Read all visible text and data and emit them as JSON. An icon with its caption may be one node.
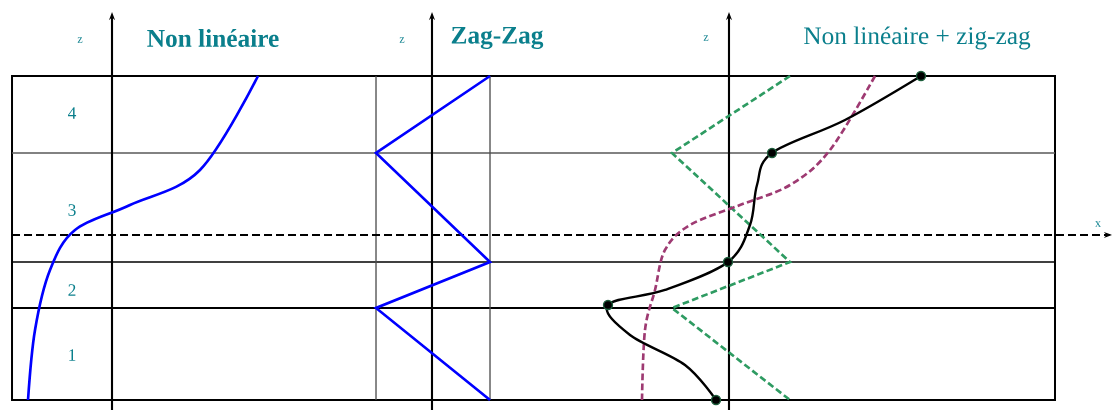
{
  "diagram": {
    "labels": [
      "z",
      "Non linéaire",
      "z",
      "Zag-Zag",
      "z",
      "Non linéaire + zig-zag",
      "4",
      "3",
      "2",
      "1",
      "x"
    ]
  }
}
